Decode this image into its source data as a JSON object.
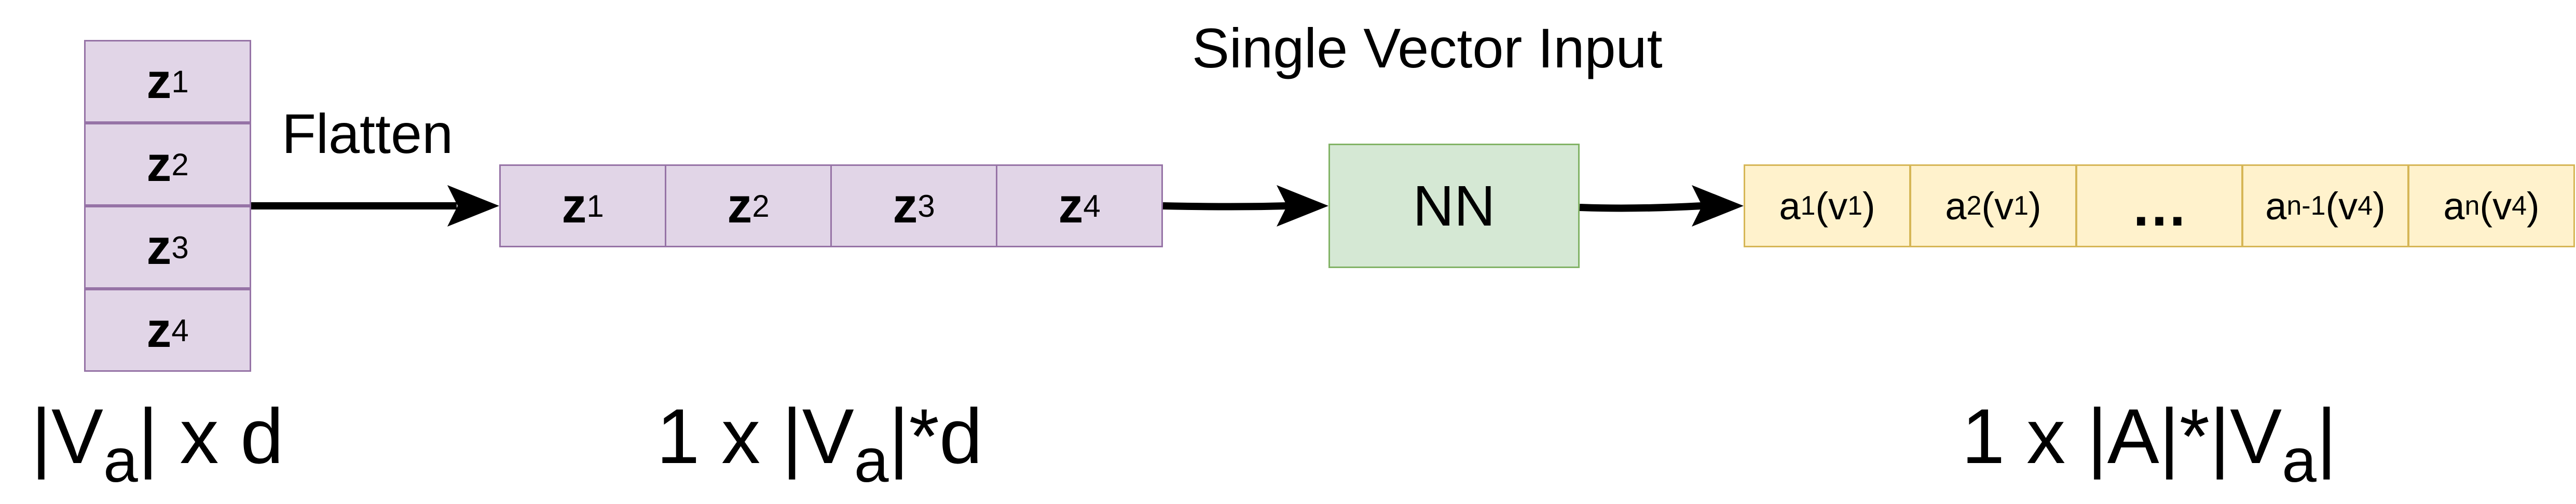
{
  "title": "Single Vector Input",
  "flatten_label": "Flatten",
  "column_stack": {
    "cells": [
      {
        "base": "z",
        "sub": "1"
      },
      {
        "base": "z",
        "sub": "2"
      },
      {
        "base": "z",
        "sub": "3"
      },
      {
        "base": "z",
        "sub": "4"
      }
    ],
    "dim_label": {
      "pre": "|V",
      "sub": "a",
      "post": "| x d"
    }
  },
  "row_vector": {
    "cells": [
      {
        "base": "z",
        "sub": "1"
      },
      {
        "base": "z",
        "sub": "2"
      },
      {
        "base": "z",
        "sub": "3"
      },
      {
        "base": "z",
        "sub": "4"
      }
    ],
    "dim_label": {
      "pre": "1 x |V",
      "sub": "a",
      "post": "|*d"
    }
  },
  "nn_label": "NN",
  "output_vector": {
    "cells": [
      {
        "base": "a",
        "sub": "1",
        "arg_pre": "(v",
        "arg_sub": "1",
        "arg_post": ")"
      },
      {
        "base": "a",
        "sub": "2",
        "arg_pre": "(v",
        "arg_sub": "1",
        "arg_post": ")"
      },
      {
        "text": "…"
      },
      {
        "base": "a",
        "sub": "n-1",
        "arg_pre": "(v",
        "arg_sub": "4",
        "arg_post": ")"
      },
      {
        "base": "a",
        "sub": "n",
        "arg_pre": "(v",
        "arg_sub": "4",
        "arg_post": ")"
      }
    ],
    "dim_label": {
      "pre": "1 x |A|*|V",
      "sub": "a",
      "post": "|"
    }
  },
  "colors": {
    "purple_fill": "#e1d5e7",
    "purple_border": "#9673a6",
    "green_fill": "#d5e8d4",
    "green_border": "#82b366",
    "yellow_fill": "#fff2cc",
    "yellow_border": "#d6b656",
    "arrow": "#000000"
  }
}
